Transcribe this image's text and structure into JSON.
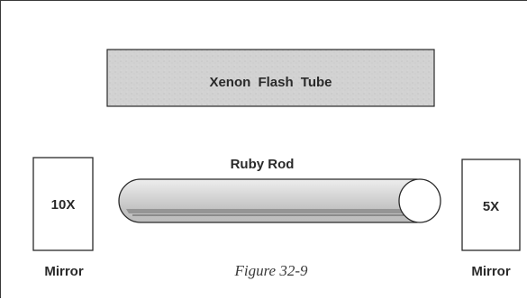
{
  "figure": {
    "flash_tube_label": "Xenon  Flash Tube",
    "rod_label": "Ruby Rod",
    "left_mirror": {
      "value": "10X",
      "label": "Mirror"
    },
    "right_mirror": {
      "value": "5X",
      "label": "Mirror"
    },
    "caption": "Figure 32-9"
  },
  "colors": {
    "frame": "#3a3a3a",
    "flash_tube_fill": "#cfcfcf",
    "rod_fill": "#d6d6d6",
    "rod_band": "#8a8a8a",
    "outline": "#2a2a2a"
  }
}
